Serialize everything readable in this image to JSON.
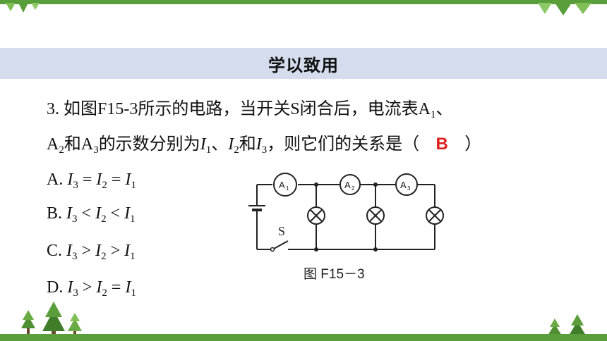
{
  "section": {
    "title": "学以致用"
  },
  "question": {
    "number": "3.",
    "line1_a": "如图F15-3所示的电路，当开关S闭合后，电流表A",
    "line1_sub": "1",
    "line1_b": "、",
    "line2": {
      "a2": "A",
      "a2_sub": "2",
      "he": "和A",
      "a3_sub": "3",
      "mid": "的示数分别为",
      "i1": "I",
      "i1_sub": "1",
      "sep1": "、",
      "i2": "I",
      "i2_sub": "2",
      "he2": "和",
      "i3": "I",
      "i3_sub": "3",
      "tail": "，则它们的关系是（",
      "close": "）"
    },
    "answer": "B"
  },
  "options": [
    {
      "letter": "A.",
      "a": "I",
      "a_sub": "3",
      "op1": " = ",
      "b": "I",
      "b_sub": "2",
      "op2": " = ",
      "c": "I",
      "c_sub": "1"
    },
    {
      "letter": "B.",
      "a": "I",
      "a_sub": "3",
      "op1": " < ",
      "b": "I",
      "b_sub": "2",
      "op2": " < ",
      "c": "I",
      "c_sub": "1"
    },
    {
      "letter": "C.",
      "a": "I",
      "a_sub": "3",
      "op1": " > ",
      "b": "I",
      "b_sub": "2",
      "op2": " > ",
      "c": "I",
      "c_sub": "1"
    },
    {
      "letter": "D.",
      "a": "I",
      "a_sub": "3",
      "op1": " > ",
      "b": "I",
      "b_sub": "2",
      "op2": " = ",
      "c": "I",
      "c_sub": "1"
    }
  ],
  "figure": {
    "caption": "图 F15－3",
    "switch_label": "S",
    "ammeter1": "A",
    "ammeter1_sub": "1",
    "ammeter2": "A",
    "ammeter2_sub": "2",
    "ammeter3": "A",
    "ammeter3_sub": "3"
  },
  "colors": {
    "accent_green": "#5a9e3c",
    "band": "#d4dcee",
    "answer_red": "#e0201c"
  }
}
